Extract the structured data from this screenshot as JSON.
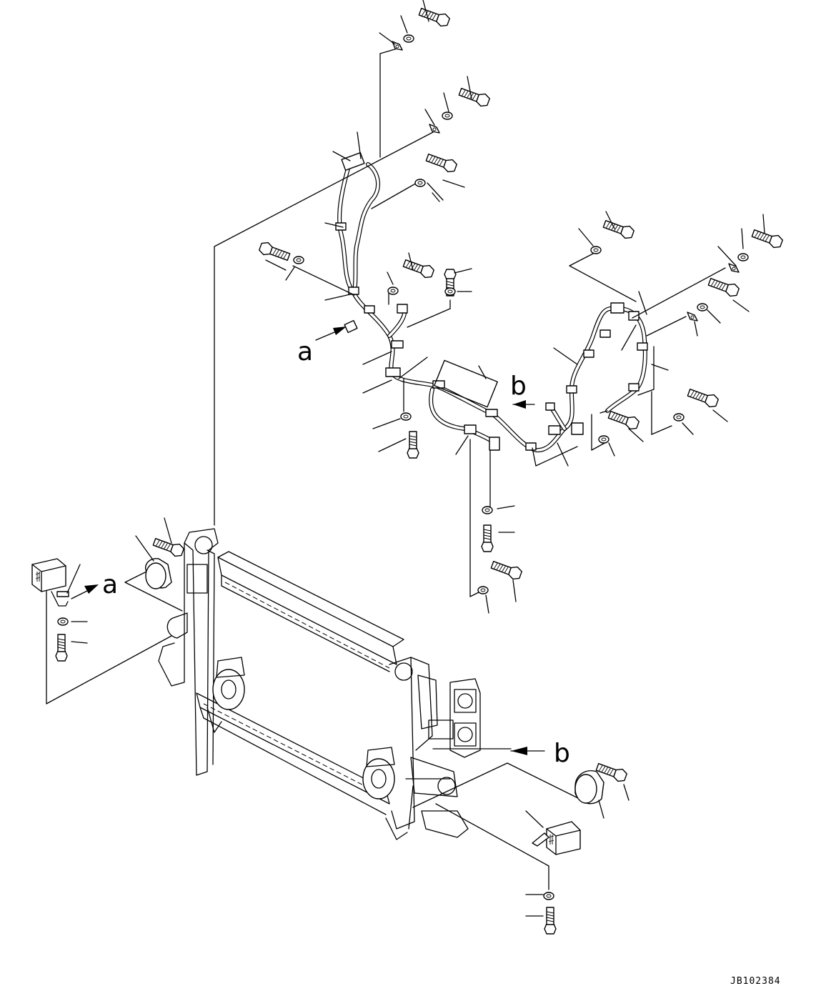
{
  "labels": {
    "callout_a": "a",
    "callout_b": "b",
    "drawing_code": "JB102384"
  }
}
